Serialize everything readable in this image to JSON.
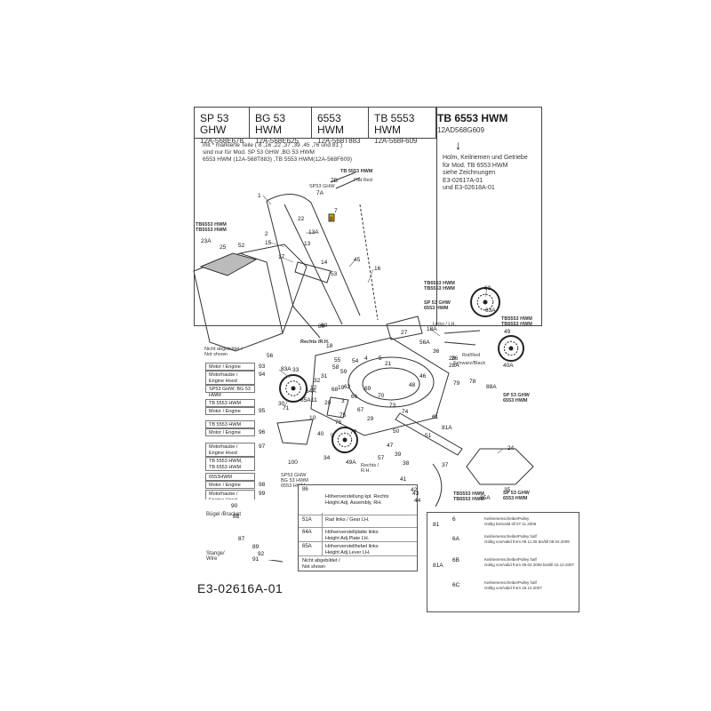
{
  "header": {
    "columns": [
      {
        "model": "SP 53 GHW",
        "code": "12A-568E678"
      },
      {
        "model": "BG 53 HWM",
        "code": "12A-568E625"
      },
      {
        "model": "6553 HWM",
        "code": "12A-568T883"
      },
      {
        "model": "TB 5553 HWM",
        "code": "12A-568F609"
      }
    ],
    "note": "mit * markierte Teile ( 8 ,16 ,22 ,37 ,39 ,45 ,76 und 81 )\nsind nur für Mod. SP 53 GHW ,BG 53 HWM\n6553 HWM (12A-568T883) ,TB 5553 HWM(12A-568F609)",
    "right_model": "TB 6553 HWM",
    "right_code": "12AD568G609",
    "right_arrow": "↓",
    "right_note": "Holm, Keilriemen und Getriebe\nfür Mod. TB 6553 HWM\nsiehe Zeichnungen\nE3-02617A-01\nund E3-02618A-01"
  },
  "labels": {
    "tb5553_top": "TB 5553 HWM",
    "flat_red": "Flat Red",
    "sp53ghw": "SP53 GHW",
    "n7a": "7A",
    "n7b": "7B",
    "tb6553_left": "TB6553 HWM\nTB5553 HWM",
    "tb6553_right1": "TB6553 HWM\nTB5553 HWM",
    "sp53_right": "SP 53 GHW\n6553 HWM",
    "links_lh": "Links / LH.",
    "rechts_rh1": "Rechts /R.H.",
    "rechts_rh2": "Rechts /\nR.H.",
    "tb_box_right": "TB5553 HWM\nTB6553 HWM",
    "sp53_box_right": "SP 53 GHW\n6553 HWM",
    "sp53_box_bottom": "SP53 GHW\nBG 53 HWM\n6553 HWM",
    "tb_box_bottom": "TB5553 HWM\nTB6553 HWM",
    "sp_box_bottom2": "SP 53 GHW\n6553 HWM",
    "n88a": "88A",
    "n81a": "81A",
    "n100": "100",
    "rot_red": "Rot/Red",
    "schwarz": "Schwarz/Black",
    "nicht_abgebildet": "Nicht abgebildet /\nNot shown"
  },
  "engine_boxes": [
    {
      "text": "Motor / Engine",
      "num": "93"
    },
    {
      "text": "Motorhaube /\nEngine Hood",
      "num": "94"
    },
    {
      "text": "SP53 GHW; BG 53 HWM",
      "num": ""
    },
    {
      "text": "TB 5553 HWM",
      "num": ""
    },
    {
      "text": "Motor / Engine",
      "num": "95"
    },
    {
      "text": "TB 5553 HWM",
      "num": ""
    },
    {
      "text": "Motor / Engine",
      "num": "96"
    },
    {
      "text": "Motorhaube /\nEngine Hood",
      "num": "97"
    },
    {
      "text": "TB 5553 HWM,\nTB 6553 HWM",
      "num": ""
    },
    {
      "text": "6553HWM",
      "num": ""
    },
    {
      "text": "Motor / Engine",
      "num": "98"
    },
    {
      "text": "Motorhaube /\nEngine Hood",
      "num": "99"
    }
  ],
  "parts_table": [
    {
      "num": "86",
      "text": "Höhenverstellung kpl. Rechts\nHeight Adj. Assembly, RH."
    },
    {
      "num": "51A",
      "text": "Rad links / Gear LH."
    },
    {
      "num": "64A",
      "text": "Höhenverstellplatte links\nHeight Adj.Plate LH."
    },
    {
      "num": "65A",
      "text": "Höhenverstellhebel links\nHeight Adj.Lever LH."
    },
    {
      "num": "",
      "text": "Nicht abgebildet /\nNot shown"
    }
  ],
  "bracket": {
    "title": "Bügel /Bracket",
    "stange": "Stange/\nWire",
    "nums": [
      "90",
      "88",
      "87",
      "89",
      "91",
      "92"
    ]
  },
  "pulley_box": {
    "nums": [
      "81",
      "6",
      "6A",
      "81A",
      "6B",
      "6C"
    ],
    "lines": [
      "Keilriemenscheibe/Pulley\nGültig bis/valid till 07.11.2006",
      "Keilriemenscheibe/Pulley half\nGültig von/valid from 08.11.06 bis/till 08.02.2009",
      "Keilriemenscheibe/Pulley half\nGültig von/valid from 09.02.2009 bis/till 16.12.2007",
      "Keilriemenscheibe/Pulley half\nGültig von/valid from 16.12.2007"
    ]
  },
  "part_numbers": [
    "1",
    "52",
    "15",
    "13A",
    "13",
    "17",
    "14",
    "53",
    "45",
    "16",
    "18",
    "22",
    "8",
    "25",
    "23A",
    "63",
    "63A",
    "60",
    "56",
    "18A",
    "56A",
    "36",
    "28",
    "28A",
    "61",
    "21",
    "83A",
    "30",
    "71",
    "11",
    "75",
    "10",
    "76",
    "77",
    "47",
    "34",
    "57",
    "37",
    "39",
    "41",
    "42",
    "43",
    "44",
    "24",
    "35",
    "35A",
    "49",
    "49A",
    "40",
    "40A",
    "79",
    "78",
    "3",
    "5",
    "4",
    "9",
    "12",
    "33",
    "55",
    "54",
    "58",
    "59",
    "62",
    "68",
    "69",
    "70",
    "73",
    "74",
    "65A",
    "64A",
    "31",
    "32",
    "27",
    "26",
    "80",
    "19",
    "20",
    "7",
    "2",
    "29",
    "50",
    "51",
    "48",
    "46",
    "38",
    "66",
    "67"
  ],
  "footer": "E3-02616A-01"
}
